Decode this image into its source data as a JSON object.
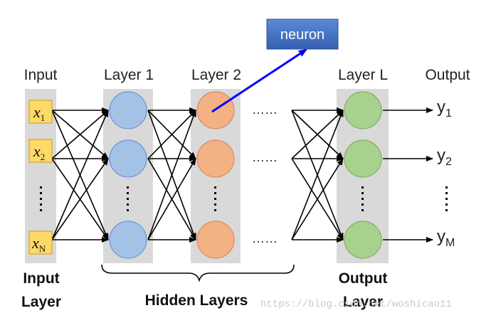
{
  "headers": {
    "input": "Input",
    "layer1": "Layer 1",
    "layer2": "Layer 2",
    "layerL": "Layer L",
    "output": "Output"
  },
  "callout": {
    "label": "neuron"
  },
  "inputs": [
    {
      "base": "x",
      "sub": "1"
    },
    {
      "base": "x",
      "sub": "2"
    },
    {
      "base": "x",
      "sub": "N"
    }
  ],
  "outputs": [
    {
      "base": "y",
      "sub": "1"
    },
    {
      "base": "y",
      "sub": "2"
    },
    {
      "base": "y",
      "sub": "M"
    }
  ],
  "ellipsis_h": "……",
  "bottom": {
    "input_layer": [
      "Input",
      "Layer"
    ],
    "hidden_layers": "Hidden Layers",
    "output_layer": [
      "Output",
      "Layer"
    ]
  },
  "watermark": "https://blog.csdn.net/woshicao11",
  "colors": {
    "column_bg": "#d9d9d9",
    "input_box": "#ffd966",
    "input_box_border": "#d6a728",
    "layer1_node": "#a4c2e6",
    "layer2_node": "#f4b183",
    "layerL_node": "#a9d18e",
    "callout_box": "#4472c4",
    "callout_arrow": "#0000ff"
  }
}
